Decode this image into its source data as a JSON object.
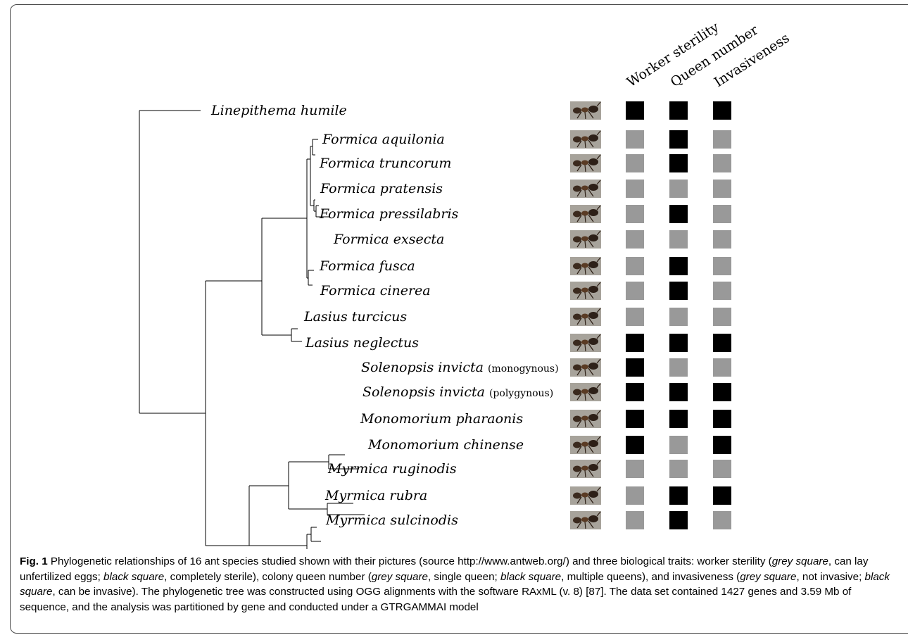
{
  "trait_headers": [
    "Worker sterility",
    "Queen number",
    "Invasiveness"
  ],
  "species": [
    {
      "name": "Linepithema humile",
      "morph": "",
      "traits": [
        "black",
        "black",
        "black"
      ]
    },
    {
      "name": "Formica aquilonia",
      "morph": "",
      "traits": [
        "grey",
        "black",
        "grey"
      ]
    },
    {
      "name": "Formica truncorum",
      "morph": "",
      "traits": [
        "grey",
        "black",
        "grey"
      ]
    },
    {
      "name": "Formica pratensis",
      "morph": "",
      "traits": [
        "grey",
        "grey",
        "grey"
      ]
    },
    {
      "name": "Formica pressilabris",
      "morph": "",
      "traits": [
        "grey",
        "black",
        "grey"
      ]
    },
    {
      "name": "Formica exsecta",
      "morph": "",
      "traits": [
        "grey",
        "grey",
        "grey"
      ]
    },
    {
      "name": "Formica fusca",
      "morph": "",
      "traits": [
        "grey",
        "black",
        "grey"
      ]
    },
    {
      "name": "Formica cinerea",
      "morph": "",
      "traits": [
        "grey",
        "black",
        "grey"
      ]
    },
    {
      "name": "Lasius turcicus",
      "morph": "",
      "traits": [
        "grey",
        "grey",
        "grey"
      ]
    },
    {
      "name": "Lasius neglectus",
      "morph": "",
      "traits": [
        "black",
        "black",
        "black"
      ]
    },
    {
      "name": "Solenopsis invicta",
      "morph": "(monogynous)",
      "traits": [
        "black",
        "grey",
        "grey"
      ]
    },
    {
      "name": "Solenopsis invicta",
      "morph": "(polygynous)",
      "traits": [
        "black",
        "black",
        "black"
      ]
    },
    {
      "name": "Monomorium pharaonis",
      "morph": "",
      "traits": [
        "black",
        "black",
        "black"
      ]
    },
    {
      "name": "Monomorium chinense",
      "morph": "",
      "traits": [
        "black",
        "grey",
        "black"
      ]
    },
    {
      "name": "Myrmica ruginodis",
      "morph": "",
      "traits": [
        "grey",
        "grey",
        "grey"
      ]
    },
    {
      "name": "Myrmica rubra",
      "morph": "",
      "traits": [
        "grey",
        "black",
        "black"
      ]
    },
    {
      "name": "Myrmica sulcinodis",
      "morph": "",
      "traits": [
        "grey",
        "black",
        "grey"
      ]
    }
  ],
  "colors": {
    "grey": "#999999",
    "black": "#000000"
  },
  "caption": {
    "label": "Fig. 1",
    "p1": " Phylogenetic relationships of 16 ant species studied shown with their pictures (source http://www.antweb.org/) and three biological traits: worker sterility (",
    "i1": "grey square",
    "p2": ", can lay unfertilized eggs; ",
    "i2": "black square",
    "p3": ", completely sterile), colony queen number (",
    "i3": "grey square",
    "p4": ", single queen; ",
    "i4": "black square",
    "p5": ", multiple queens), and invasiveness (",
    "i5": "grey square",
    "p6": ", not invasive; ",
    "i6": "black square",
    "p7": ", can be invasive). The phylogenetic tree was constructed using OGG alignments with the software RAxML (v. 8) [87]. The data set contained 1427 genes and 3.59 Mb of sequence, and the analysis was partitioned by gene and conducted under a GTRGAMMAI model"
  }
}
